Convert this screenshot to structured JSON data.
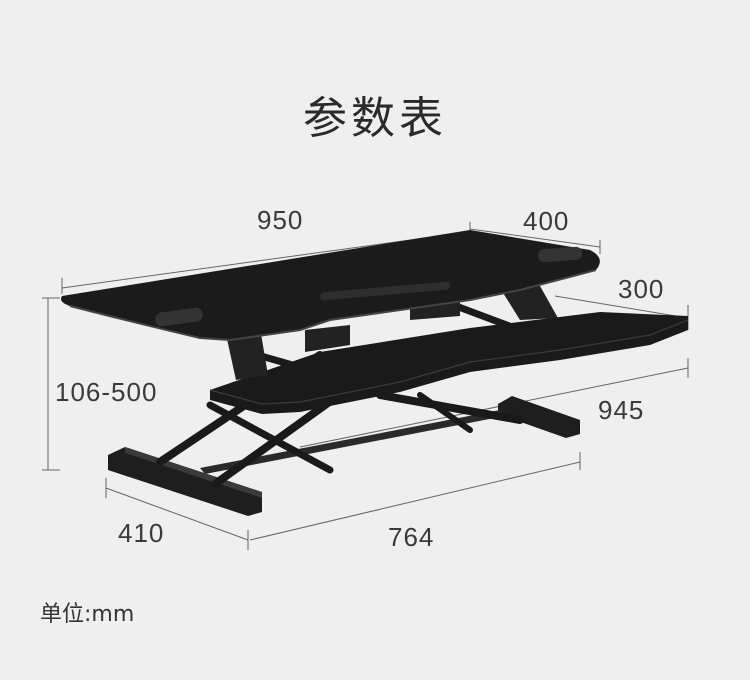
{
  "title": "参数表",
  "dimensions": {
    "top_width": "950",
    "top_depth": "400",
    "keyboard_depth": "300",
    "height_range": "106-500",
    "keyboard_width": "945",
    "base_depth": "410",
    "base_width": "764"
  },
  "unit_label": "单位:mm",
  "colors": {
    "background": "#efefef",
    "desk": "#1c1c1c",
    "line": "#555555"
  }
}
